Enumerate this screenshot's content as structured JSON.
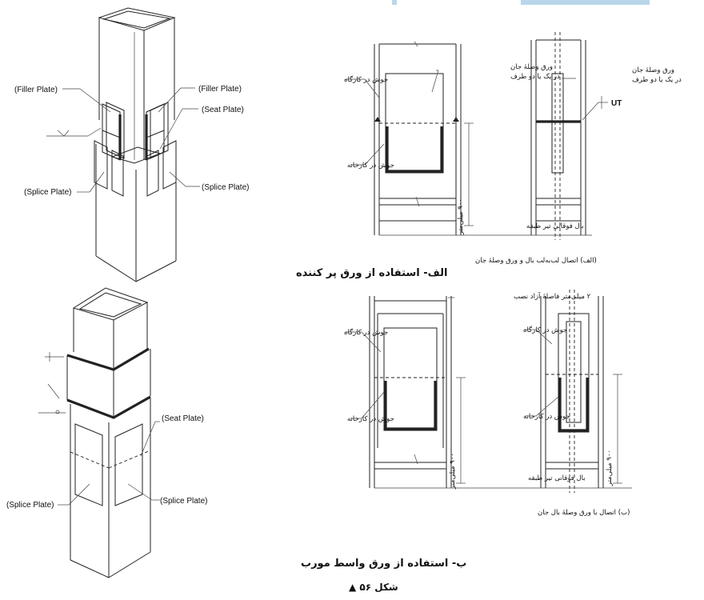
{
  "top_left": {
    "label_filler_left": "(Filler Plate)",
    "label_filler_right": "(Filler Plate)",
    "label_seat": "(Seat Plate)",
    "label_splice_left": "(Splice Plate)",
    "label_splice_right": "(Splice Plate)",
    "caption": "الف- استفاده از ورق پر کننده"
  },
  "bottom_left": {
    "label_seat": "(Seat Plate)",
    "label_splice_left": "(Splice Plate)",
    "label_splice_right": "(Splice Plate)",
    "caption": "ب- استفاده از ورق  واسط مورب"
  },
  "panel_a": {
    "web_plate_note_1": "ورق وصلهٔ جان",
    "web_plate_note_2": "در یک یا دو طرف",
    "site_weld": "جوش در کارگاه",
    "shop_weld": "جوش در کارخانه",
    "dimension": "۹۰۰ میلی‌متر",
    "beam_flange": "بال فوقانی تیر طبقه",
    "right_note_1": "ورق وصلهٔ جان",
    "right_note_2": "در یک یا دو طرف",
    "ut": "UT",
    "caption": "(الف) اتصال لب‌به‌لب بال و ورق وصلهٔ جان"
  },
  "panel_b": {
    "gap_note": "۲ میلی‌متر فاصلهٔ آزاد نصب",
    "site_weld_left": "جوش در کارگاه",
    "site_weld_right": "جوش در کارگاه",
    "shop_weld_left": "جوش در کارخانه",
    "shop_weld_right": "جوش در کارخانه",
    "dimension_left": "۹۰۰ میلی‌متر",
    "dimension_right": "۹۰۰ میلی‌متر",
    "beam_flange": "بال فوقانی تیر طبقه",
    "caption": "(ب) اتصال با ورق وصلهٔ بال جان"
  },
  "figure_caption": "شکل ۵۶ ▲"
}
